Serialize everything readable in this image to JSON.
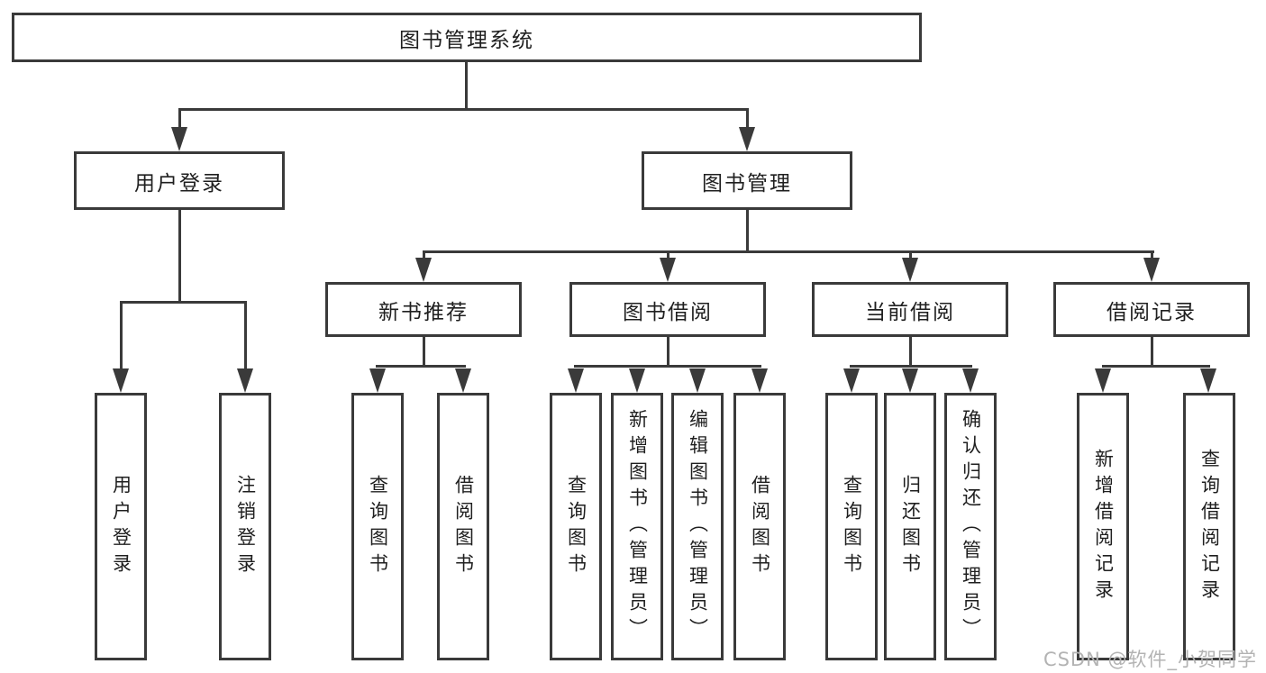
{
  "nodes": {
    "root": "图书管理系统",
    "level2": [
      "用户登录",
      "图书管理"
    ],
    "level3": [
      "新书推荐",
      "图书借阅",
      "当前借阅",
      "借阅记录"
    ],
    "leaves": {
      "user_login": [
        "用户登录",
        "注销登录"
      ],
      "new_books": [
        "查询图书",
        "借阅图书"
      ],
      "book_borrow": [
        "查询图书",
        "新增图书（管理员）",
        "编辑图书（管理员）",
        "借阅图书"
      ],
      "current_borrow": [
        "查询图书",
        "归还图书",
        "确认归还（管理员）"
      ],
      "borrow_records": [
        "新增借阅记录",
        "查询借阅记录"
      ]
    }
  },
  "watermark": "CSDN @软件_小贺同学",
  "colors": {
    "line": "#3a3a3a",
    "text": "#1f1f1f",
    "box_fill": "#ffffff",
    "watermark": "#b3b3b3",
    "background": "#ffffff"
  }
}
